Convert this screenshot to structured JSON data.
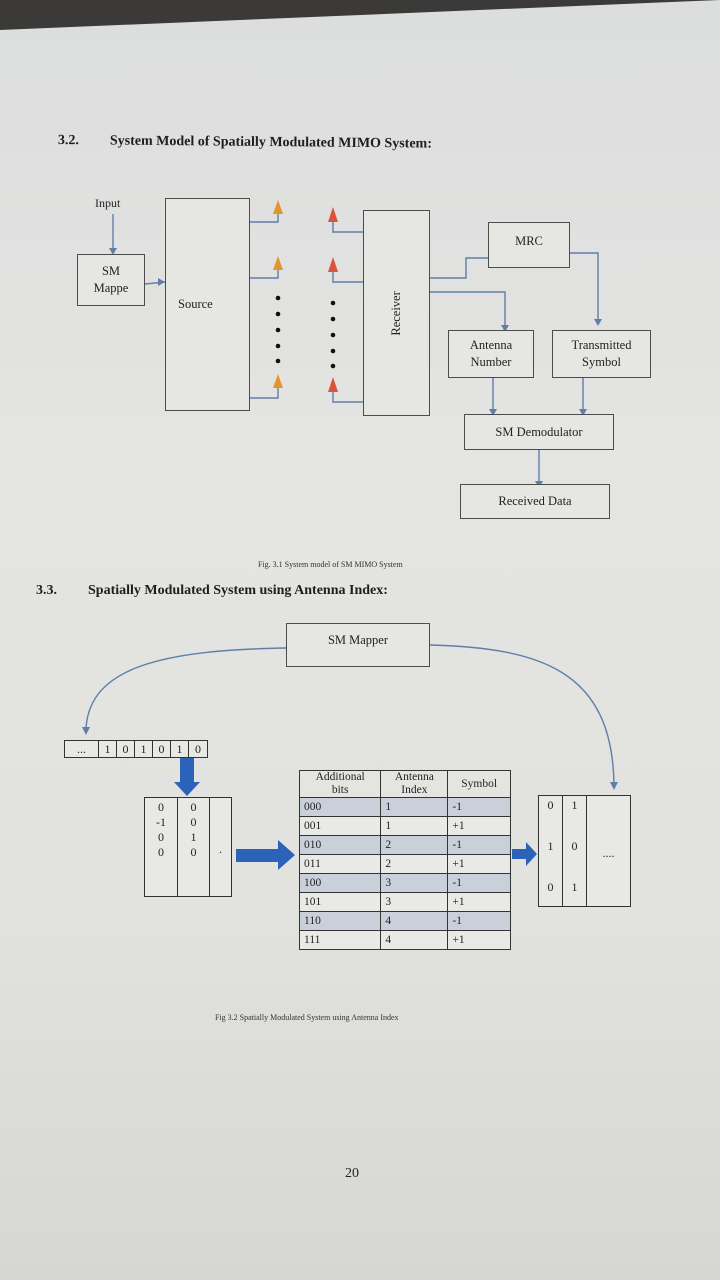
{
  "section1": {
    "number": "3.2.",
    "title": "System Model of Spatially Modulated MIMO System:"
  },
  "fig1": {
    "input_label": "Input",
    "sm_mapper": "SM\nMappe",
    "source": "Source",
    "receiver": "Receiver",
    "mrc": "MRC",
    "antenna_number": "Antenna\nNumber",
    "transmitted_symbol": "Transmitted\nSymbol",
    "sm_demodulator": "SM Demodulator",
    "received_data": "Received Data",
    "caption": "Fig. 3.1 System model of SM MIMO System"
  },
  "section2": {
    "number": "3.3.",
    "title": "Spatially Modulated System using Antenna Index:"
  },
  "fig2": {
    "sm_mapper": "SM Mapper",
    "bits": [
      "...",
      "1",
      "0",
      "1",
      "0",
      "1",
      "0"
    ],
    "left_matrix": [
      [
        "0",
        "-1",
        "0",
        "0"
      ],
      [
        "0",
        "0",
        "1",
        "0"
      ],
      [
        ".",
        "",
        "",
        ""
      ]
    ],
    "table_headers": [
      "Additional\nbits",
      "Antenna\nIndex",
      "Symbol"
    ],
    "table_rows": [
      [
        "000",
        "1",
        "-1"
      ],
      [
        "001",
        "1",
        "+1"
      ],
      [
        "010",
        "2",
        "-1"
      ],
      [
        "011",
        "2",
        "+1"
      ],
      [
        "100",
        "3",
        "-1"
      ],
      [
        "101",
        "3",
        "+1"
      ],
      [
        "110",
        "4",
        "-1"
      ],
      [
        "111",
        "4",
        "+1"
      ]
    ],
    "right_matrix": [
      [
        "0",
        "1",
        "0"
      ],
      [
        "1",
        "0",
        "1"
      ],
      [
        "",
        "....",
        ""
      ]
    ],
    "caption": "Fig 3.2 Spatially Modulated System using Antenna Index"
  },
  "page_number": "20",
  "colors": {
    "antenna_orange": "#e3952a",
    "antenna_red": "#d9533f",
    "link_blue": "#5f7fa8",
    "arrow_blue": "#2a63b8",
    "table_shade": "#c9d0da"
  }
}
